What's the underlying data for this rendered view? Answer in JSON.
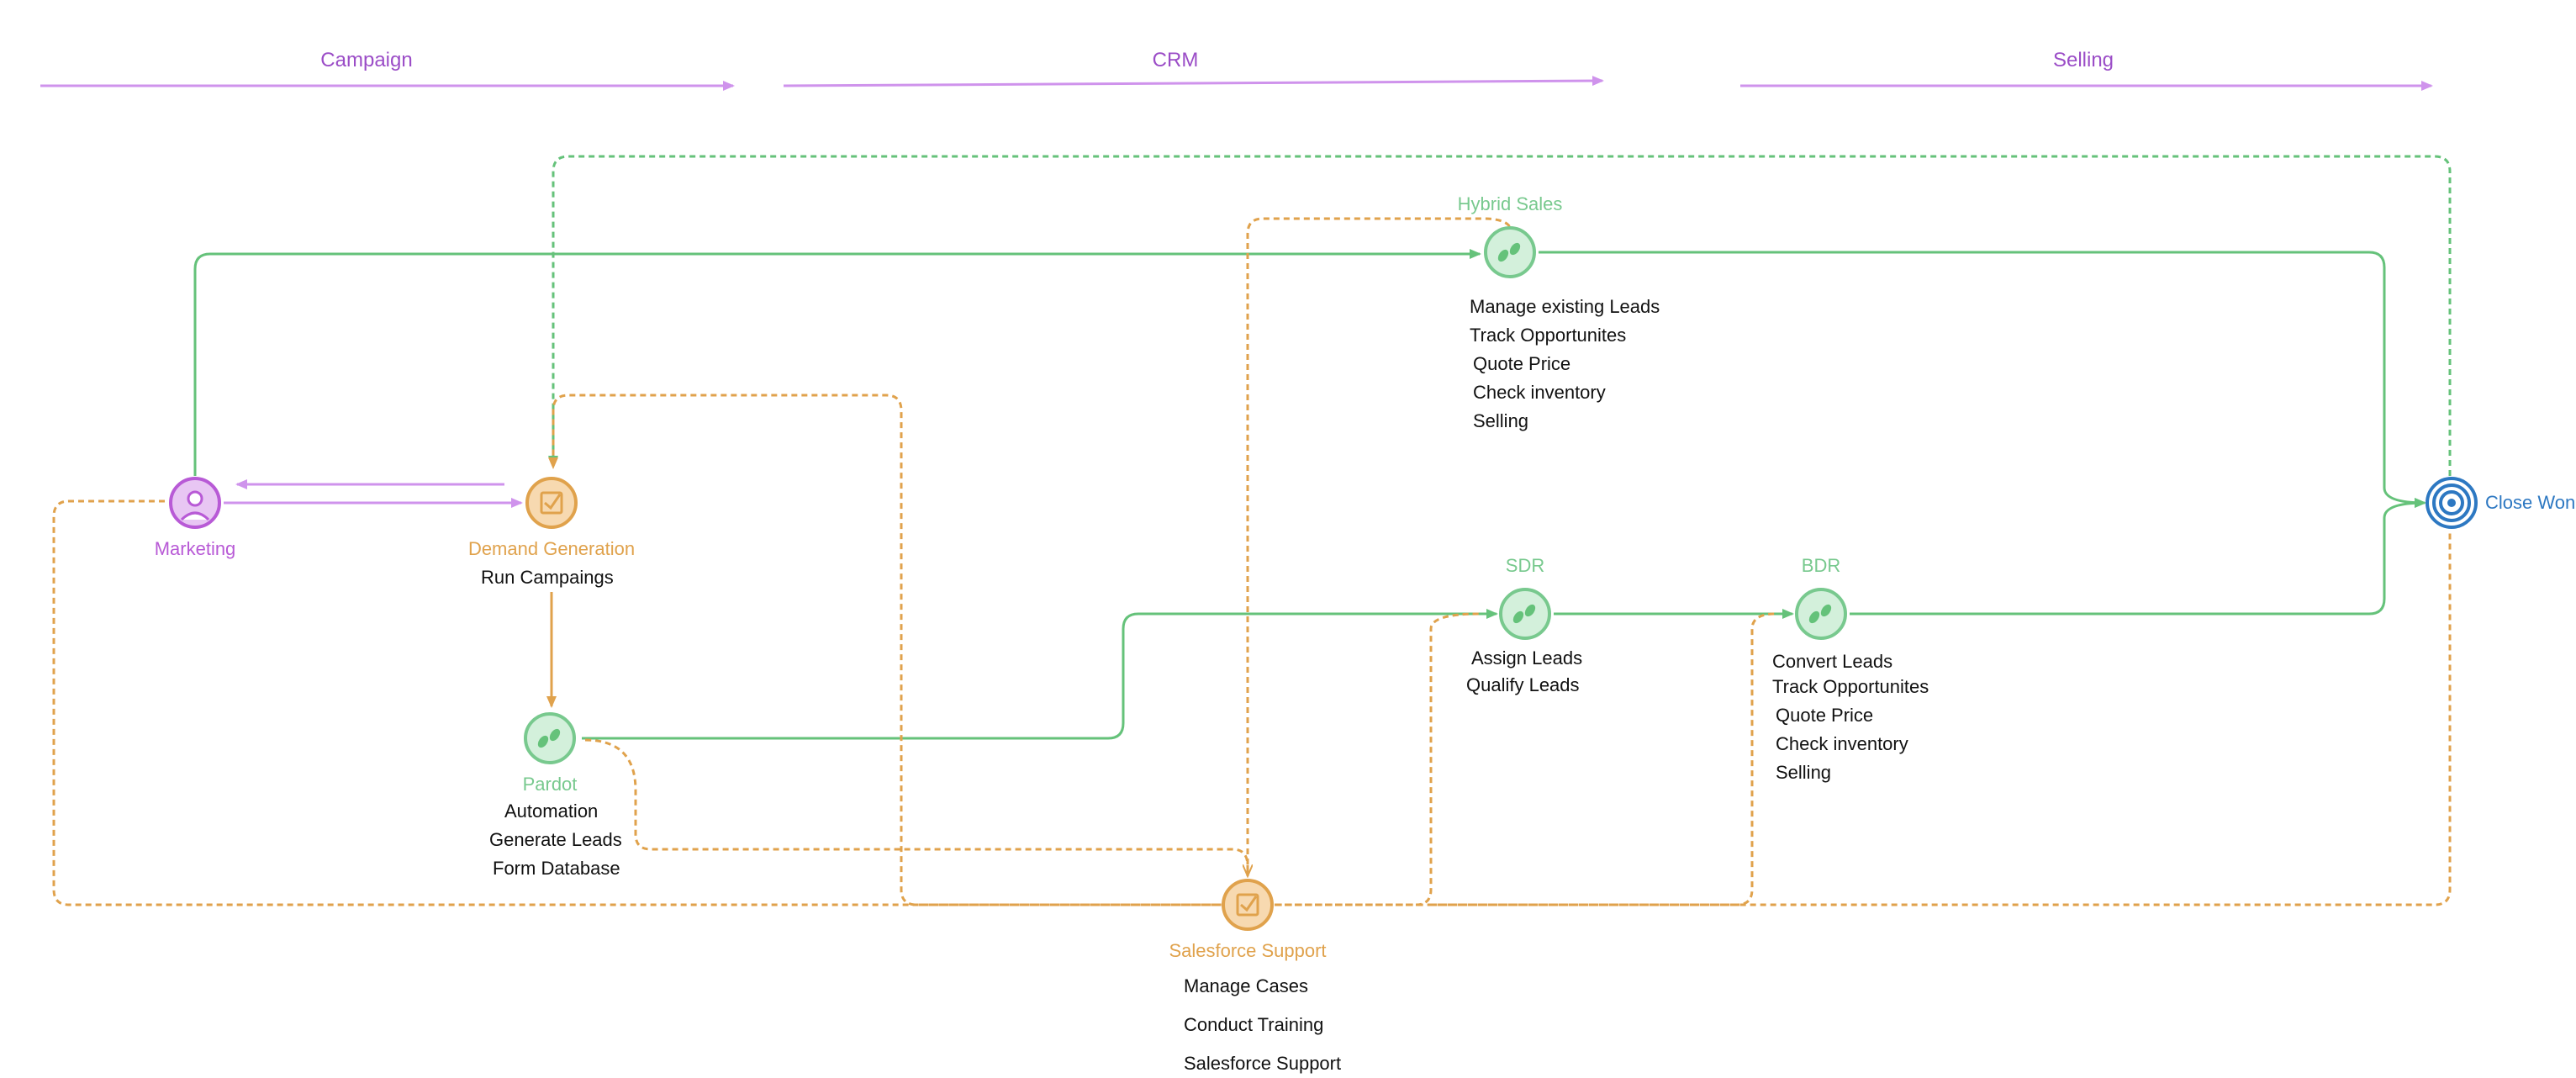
{
  "phases": [
    "Campaign",
    "CRM",
    "Selling"
  ],
  "nodes": {
    "marketing": {
      "title": "Marketing",
      "icon": "person-icon"
    },
    "demand_generation": {
      "title": "Demand Generation",
      "icon": "checkbox-icon",
      "lines": [
        "Run Campaings"
      ]
    },
    "pardot": {
      "title": "Pardot",
      "icon": "footsteps-icon",
      "lines": [
        "Automation",
        "Generate Leads",
        "Form Database"
      ]
    },
    "hybrid_sales": {
      "title": "Hybrid Sales",
      "icon": "footsteps-icon",
      "lines": [
        "Manage existing Leads",
        "Track Opportunites",
        "Quote Price",
        "Check inventory",
        "Selling"
      ]
    },
    "sdr": {
      "title": "SDR",
      "icon": "footsteps-icon",
      "lines": [
        "Assign Leads",
        "Qualify Leads"
      ]
    },
    "bdr": {
      "title": "BDR",
      "icon": "footsteps-icon",
      "lines": [
        "Convert Leads",
        "Track Opportunites",
        "Quote Price",
        "Check inventory",
        "Selling"
      ]
    },
    "salesforce_support": {
      "title": "Salesforce Support",
      "icon": "checkbox-icon",
      "lines": [
        "Manage Cases",
        "Conduct Training",
        "Salesforce Support"
      ]
    },
    "close_won": {
      "title": "Close Won",
      "icon": "target-icon"
    }
  },
  "colors": {
    "phase": "#cf93ec",
    "marketing": "#b85ad6",
    "orange": "#e0a24c",
    "green": "#65c27a",
    "blue": "#2d78c2"
  }
}
